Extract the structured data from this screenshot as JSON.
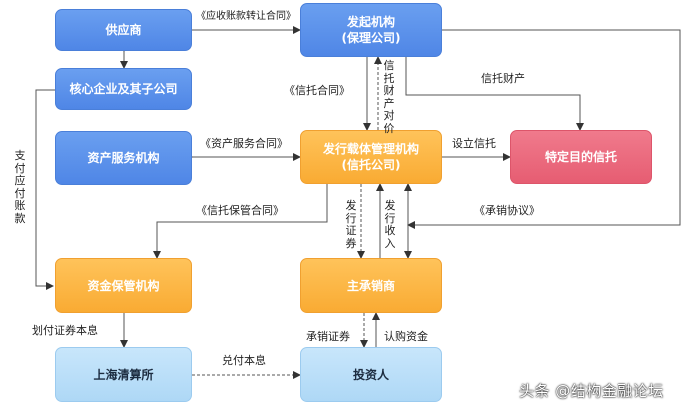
{
  "nodes": {
    "supplier": "供应商",
    "originator": [
      "发起机构",
      "(保理公司)"
    ],
    "core_enterprise": "核心企业及其子公司",
    "asset_service": "资产服务机构",
    "issuer": [
      "发行载体管理机构",
      "(信托公司)"
    ],
    "spv_trust": "特定目的信托",
    "custodian": "资金保管机构",
    "underwriter": "主承销商",
    "clearing_house": "上海清算所",
    "investor": "投资人"
  },
  "labels": {
    "receivable_transfer": "《应收账款转让合同》",
    "trust_contract": "《信托合同》",
    "trust_consideration": "信托财产对价",
    "trust_property": "信托财产",
    "asset_service_contract": "《资产服务合同》",
    "set_up_trust": "设立信托",
    "custody_contract": "《信托保管合同》",
    "issue_securities": "发行证券",
    "issue_income": "发行收入",
    "underwriting_agreement": "《承销协议》",
    "pay_payables": "支付应付账款",
    "transfer_principal_interest": "划付证券本息",
    "underwrite_securities": "承销证券",
    "subscribe_funds": "认购资金",
    "cash_principal_interest": "兑付本息"
  },
  "watermark": "头条 @结构金融论坛",
  "colors": {
    "blue": "#4f86e6",
    "orange": "#f9ab33",
    "pink": "#e65d72",
    "light_blue": "#aed8f6",
    "arrow": "#333333"
  }
}
